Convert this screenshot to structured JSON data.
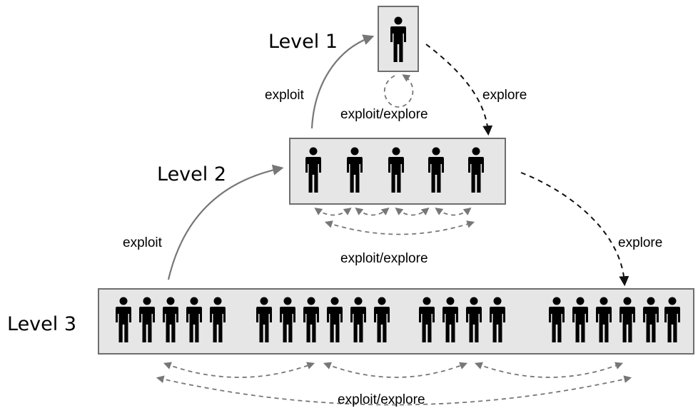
{
  "levels": {
    "level1": {
      "label": "Level 1",
      "people": 1
    },
    "level2": {
      "label": "Level 2",
      "people": 5
    },
    "level3": {
      "label": "Level 3",
      "people": 21,
      "groups": [
        5,
        6,
        4,
        6
      ]
    }
  },
  "edges": {
    "exploit_2_to_1": "exploit",
    "explore_1_to_2": "explore",
    "self_loop_1": "exploit/explore",
    "exploit_3_to_2": "exploit",
    "explore_2_to_3": "explore",
    "within_2": "exploit/explore",
    "within_3": "exploit/explore"
  },
  "colors": {
    "box_fill": "#e6e6e6",
    "box_stroke": "#6e6e6e",
    "exploit_arrow": "#777777",
    "explore_arrow": "#111111",
    "within_arrow": "#777777",
    "person": "#000000"
  },
  "icons": [
    "person-icon",
    "arrow-icon"
  ]
}
